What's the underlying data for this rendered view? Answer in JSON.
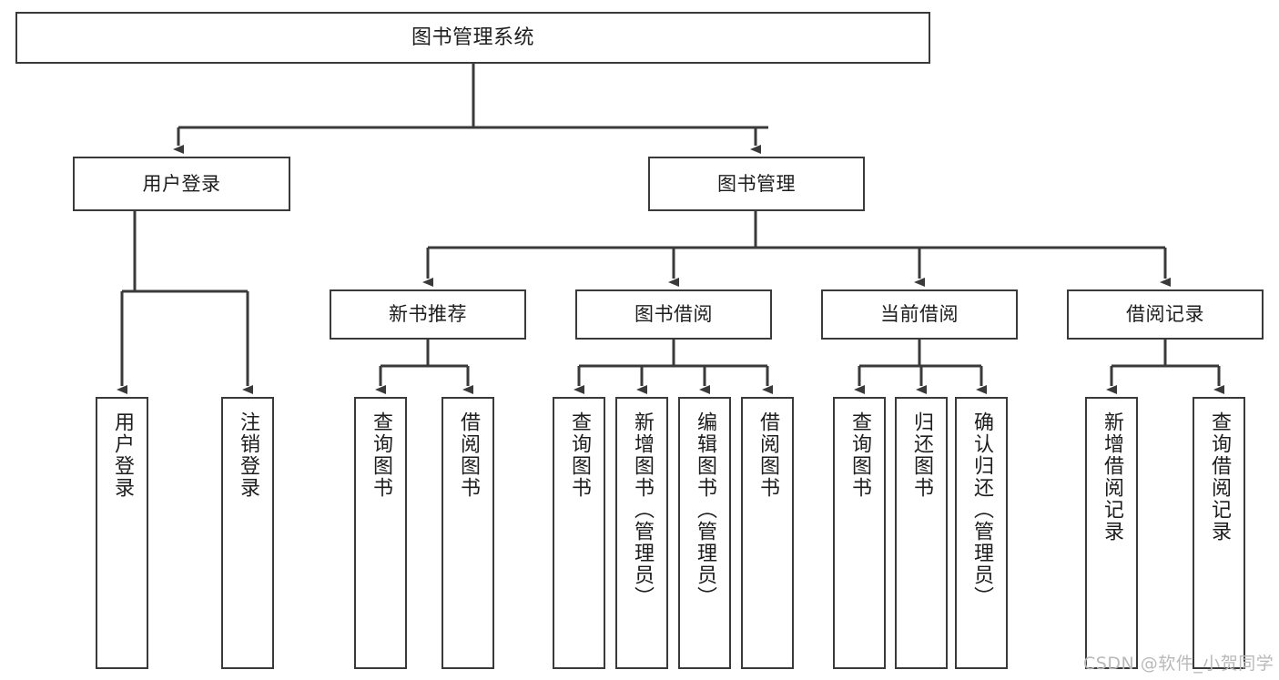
{
  "diagram": {
    "title": "图书管理系统",
    "watermark": "CSDN @软件_小贺同学",
    "line_color": "#3a3a3a",
    "box_fill": "#ffffff",
    "text_color": "#1d1d1d",
    "watermark_color": "#b9b9b9",
    "levels": {
      "root": {
        "label": "图书管理系统"
      },
      "level2": [
        {
          "label": "用户登录"
        },
        {
          "label": "图书管理"
        }
      ],
      "level3": [
        {
          "label": "新书推荐"
        },
        {
          "label": "图书借阅"
        },
        {
          "label": "当前借阅"
        },
        {
          "label": "借阅记录"
        }
      ],
      "leaves": [
        {
          "label": "用户登录",
          "parent": "用户登录"
        },
        {
          "label": "注销登录",
          "parent": "用户登录"
        },
        {
          "label": "查询图书",
          "parent": "新书推荐"
        },
        {
          "label": "借阅图书",
          "parent": "新书推荐"
        },
        {
          "label": "查询图书",
          "parent": "图书借阅"
        },
        {
          "label": "新增图书（管理员）",
          "parent": "图书借阅"
        },
        {
          "label": "编辑图书（管理员）",
          "parent": "图书借阅"
        },
        {
          "label": "借阅图书",
          "parent": "图书借阅"
        },
        {
          "label": "查询图书",
          "parent": "当前借阅"
        },
        {
          "label": "归还图书",
          "parent": "当前借阅"
        },
        {
          "label": "确认归还（管理员）",
          "parent": "当前借阅"
        },
        {
          "label": "新增借阅记录",
          "parent": "借阅记录"
        },
        {
          "label": "查询借阅记录",
          "parent": "借阅记录"
        }
      ]
    }
  }
}
